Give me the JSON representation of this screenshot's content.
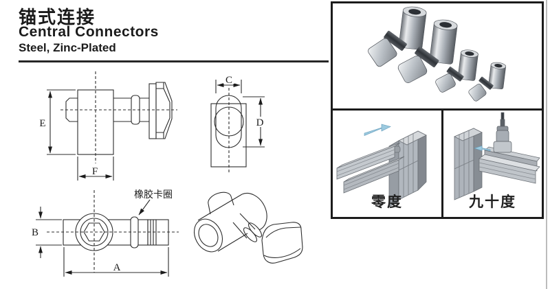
{
  "header": {
    "title_zh": "锚式连接",
    "title_en": "Central Connectors",
    "subtitle": "Steel, Zinc-Plated"
  },
  "drawings": {
    "dim_labels": {
      "A": "A",
      "B": "B",
      "C": "C",
      "D": "D",
      "E": "E",
      "F": "F"
    },
    "callout_rubber_ring": "橡胶卡圈"
  },
  "panels": {
    "photo": {
      "content": "four-zinc-plated-central-connectors-photo"
    },
    "zero": {
      "label": "零度"
    },
    "ninety": {
      "label": "九十度"
    }
  },
  "colors": {
    "line": "#2b2b2b",
    "panel_border": "#1b1b1b",
    "metal_light": "#e9ebed",
    "metal_mid": "#aab0b7",
    "metal_dark": "#5d6268",
    "arrow_blue": "#9ccadf",
    "page_edge": "#bcbcbc"
  }
}
